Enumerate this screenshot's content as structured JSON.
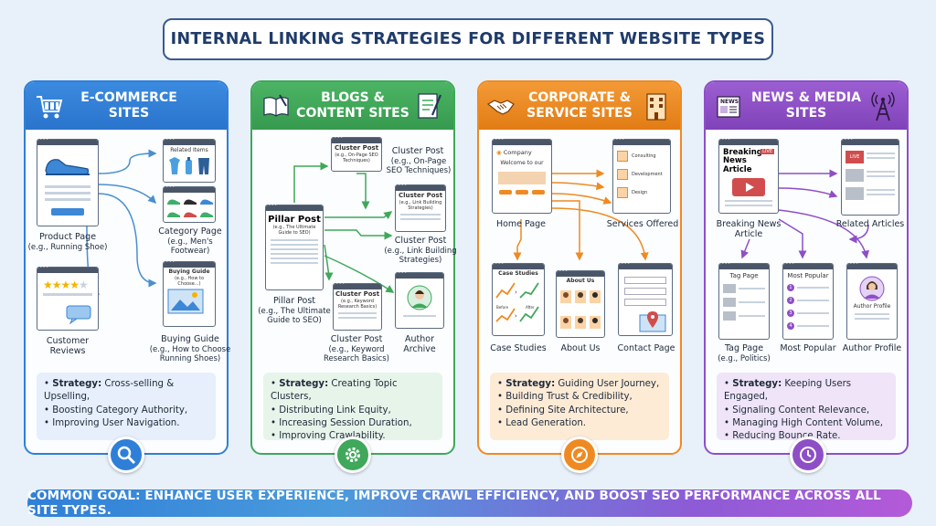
{
  "title": "INTERNAL LINKING STRATEGIES FOR DIFFERENT WEBSITE TYPES",
  "panels": {
    "ecommerce": {
      "heading": "E-COMMERCE SITES",
      "color": "#2f7fd8",
      "product_title": "Product Page",
      "product_sub": "(e.g., Running Shoe)",
      "related": "Related Items",
      "category_title": "Category Page",
      "category_sub": "(e.g., Men's Footwear)",
      "reviews": "Customer Reviews",
      "guide_card": "Buying Guide",
      "guide_card_sub": "(e.g., How to Choose...)",
      "guide_title": "Buying Guide",
      "guide_sub": "(e.g., How to Choose Running Shoes)",
      "strategy_label": "Strategy:",
      "strategy_1": "Cross-selling & Upselling,",
      "strategy_2": "Boosting Category Authority,",
      "strategy_3": "Improving User Navigation.",
      "badge_icon": "magnifier-icon"
    },
    "blogs": {
      "heading_1": "BLOGS &",
      "heading_2": "CONTENT SITES",
      "color": "#3fa85a",
      "cluster_1_card": "Cluster Post",
      "cluster_1_card_sub": "(e.g., On-Page SEO Techniques)",
      "cluster_1_title": "Cluster Post",
      "cluster_1_sub": "(e.g., On-Page SEO Techniques)",
      "cluster_2_card": "Cluster Post",
      "cluster_2_card_sub": "(e.g., Link Building Strategies)",
      "cluster_2_title": "Cluster Post",
      "cluster_2_sub": "(e.g., Link Building Strategies)",
      "pillar_card": "Pillar Post",
      "pillar_card_sub": "(e.g., The Ultimate Guide to SEO)",
      "pillar_title": "Pillar Post",
      "pillar_sub": "(e.g., The Ultimate Guide to SEO)",
      "cluster_3_card": "Cluster Post",
      "cluster_3_card_sub": "(e.g., Keyword Research Basics)",
      "cluster_3_title": "Cluster Post",
      "cluster_3_sub": "(e.g., Keyword Research Basics)",
      "author": "Author Archive",
      "strategy_label": "Strategy:",
      "strategy_1": "Creating Topic Clusters,",
      "strategy_2": "Distributing Link Equity,",
      "strategy_3": "Increasing Session Duration,",
      "strategy_4": "Improving Crawlability.",
      "badge_icon": "gear-icon"
    },
    "corporate": {
      "heading_1": "CORPORATE &",
      "heading_2": "SERVICE SITES",
      "color": "#ef8a22",
      "home_card_1": "Company",
      "home_card_2": "Welcome to our",
      "home": "Home Page",
      "svc_1": "Consulting",
      "svc_2": "Development",
      "svc_3": "Design",
      "services": "Services Offered",
      "case_card": "Case Studies",
      "before": "Before",
      "after": "After",
      "case": "Case Studies",
      "about_card": "About Us",
      "about": "About Us",
      "contact": "Contact Page",
      "strategy_label": "Strategy:",
      "strategy_1": "Guiding User Journey,",
      "strategy_2": "Building Trust & Credibility,",
      "strategy_3": "Defining Site Architecture,",
      "strategy_4": "Lead Generation.",
      "badge_icon": "compass-icon"
    },
    "news": {
      "heading_1": "NEWS & MEDIA",
      "heading_2": "SITES",
      "color": "#8e4fc6",
      "breaking_card": "Breaking News Article",
      "live": "LIVE",
      "breaking": "Breaking News Article",
      "related": "Related Articles",
      "tag_card": "Tag Page",
      "tag": "Tag Page",
      "tag_sub": "(e.g., Politics)",
      "popular_card": "Most Popular",
      "popular": "Most Popular",
      "author_card": "Author Profile",
      "author": "Author Profile",
      "strategy_label": "Strategy:",
      "strategy_1": "Keeping Users Engaged,",
      "strategy_2": "Signaling Content Relevance,",
      "strategy_3": "Managing High Content Volume,",
      "strategy_4": "Reducing Bounce Rate.",
      "badge_icon": "clock-icon"
    }
  },
  "footer": "COMMON GOAL: ENHANCE USER EXPERIENCE, IMPROVE CRAWL EFFICIENCY, AND BOOST SEO PERFORMANCE ACROSS ALL SITE TYPES."
}
